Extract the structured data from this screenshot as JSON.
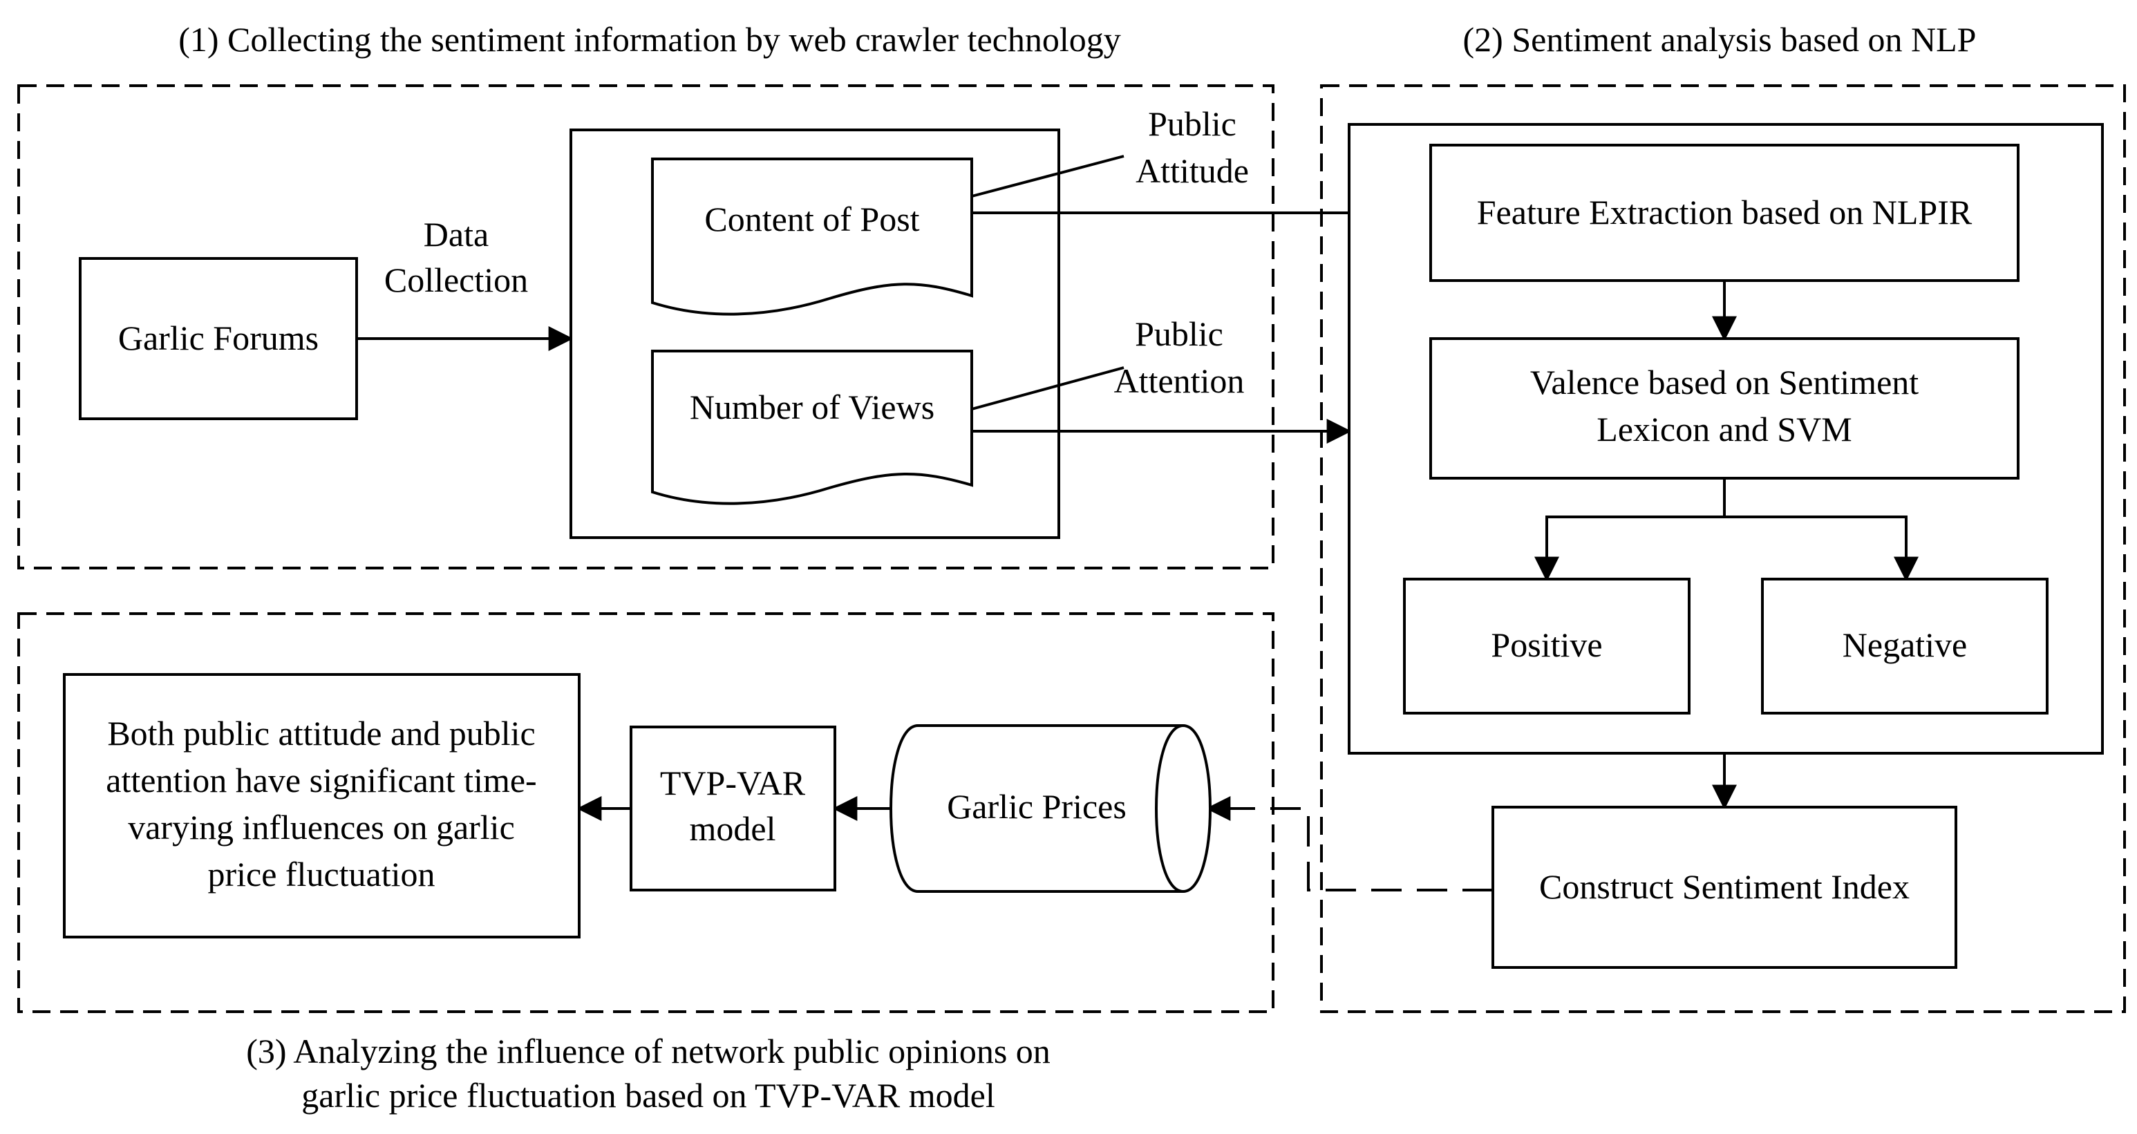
{
  "sections": {
    "collecting": "(1) Collecting the sentiment information by web crawler technology",
    "analysis": "(2) Sentiment analysis based on NLP",
    "influence": [
      "(3) Analyzing the influence of network public opinions on",
      "garlic price fluctuation based on TVP-VAR model"
    ]
  },
  "nodes": {
    "garlic_forums": "Garlic Forums",
    "data_collection": [
      "Data",
      "Collection"
    ],
    "content_of_post": "Content of Post",
    "number_of_views": "Number of Views",
    "public_attitude": [
      "Public",
      "Attitude"
    ],
    "public_attention": [
      "Public",
      "Attention"
    ],
    "feature_extraction": "Feature Extraction based on NLPIR",
    "valence": [
      "Valence based on Sentiment",
      "Lexicon and SVM"
    ],
    "positive": "Positive",
    "negative": "Negative",
    "construct_index": "Construct Sentiment Index",
    "garlic_prices": "Garlic Prices",
    "tvp_var": [
      "TVP-VAR",
      "model"
    ],
    "conclusion": [
      "Both public attitude and public",
      "attention have significant time-",
      "varying influences on garlic",
      "price fluctuation"
    ]
  }
}
